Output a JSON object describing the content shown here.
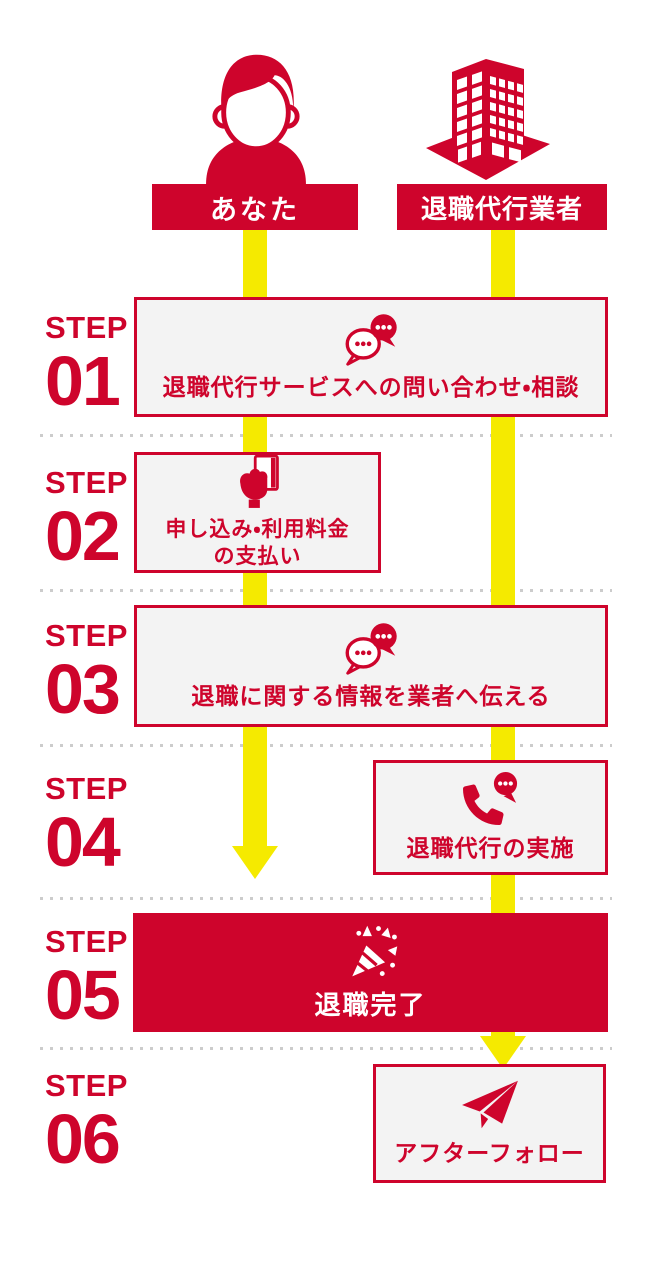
{
  "colors": {
    "red": "#CE042C",
    "yellow": "#F5EA00",
    "box_background": "#F3F3F3",
    "dotted_line": "#CCCCCC",
    "white": "#FFFFFF"
  },
  "header": {
    "you": {
      "label": "あなた",
      "icon": "person-icon"
    },
    "agency": {
      "label": "退職代行業者",
      "icon": "building-icon"
    }
  },
  "steps": [
    {
      "word": "STEP",
      "number": "01",
      "icon": "chat-bubbles-icon",
      "lines": [
        "退職代行サービスへの問い合わせ・相談"
      ]
    },
    {
      "word": "STEP",
      "number": "02",
      "icon": "card-payment-icon",
      "lines": [
        "申し込み・利用料金",
        "の支払い"
      ]
    },
    {
      "word": "STEP",
      "number": "03",
      "icon": "chat-bubbles-icon",
      "lines": [
        "退職に関する情報を業者へ伝える"
      ]
    },
    {
      "word": "STEP",
      "number": "04",
      "icon": "phone-chat-icon",
      "lines": [
        "退職代行の実施"
      ]
    },
    {
      "word": "STEP",
      "number": "05",
      "icon": "confetti-icon",
      "lines": [
        "退職完了"
      ]
    },
    {
      "word": "STEP",
      "number": "06",
      "icon": "paper-plane-icon",
      "lines": [
        "アフターフォロー"
      ]
    }
  ]
}
